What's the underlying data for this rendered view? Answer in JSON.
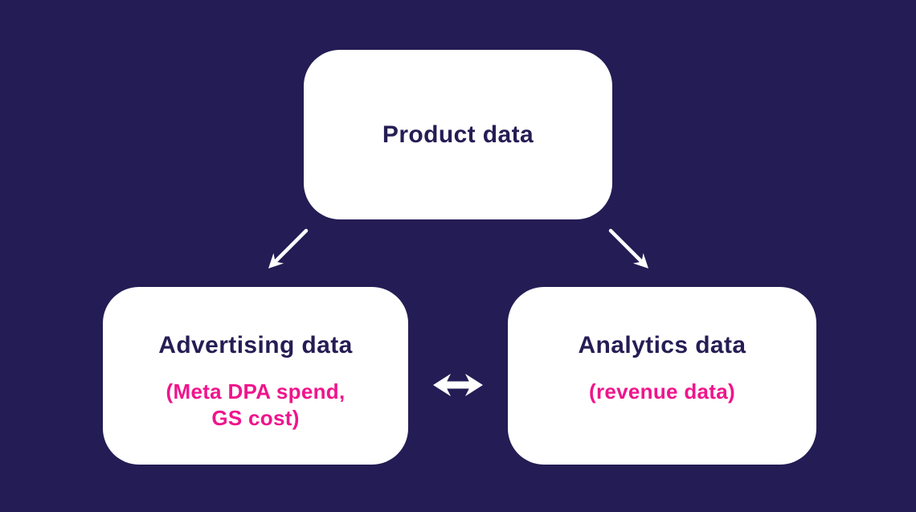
{
  "theme": {
    "background_color": "#241C54",
    "node_fill": "#FFFFFF",
    "title_color": "#251D54",
    "accent_color": "#F0148C",
    "arrow_color": "#FFFFFF"
  },
  "diagram": {
    "nodes": {
      "product": {
        "title": "Product data"
      },
      "advertising": {
        "title": "Advertising data",
        "subtitle_lines": [
          "(Meta DPA spend,",
          "GS cost)"
        ]
      },
      "analytics": {
        "title": "Analytics data",
        "subtitle_lines": [
          "(revenue data)"
        ]
      }
    },
    "connectors": [
      {
        "name": "product-to-advertising-arrow",
        "type": "arrow",
        "direction": "down-left"
      },
      {
        "name": "product-to-analytics-arrow",
        "type": "arrow",
        "direction": "down-right"
      },
      {
        "name": "advertising-analytics-arrow",
        "type": "double-arrow",
        "direction": "horizontal"
      }
    ]
  }
}
